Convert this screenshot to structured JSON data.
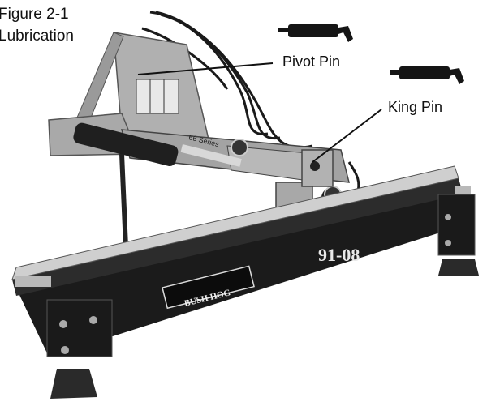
{
  "figure": {
    "number_label": "Figure 2-1",
    "title": "Lubrication"
  },
  "callouts": {
    "pivot_pin": "Pivot Pin",
    "king_pin": "King Pin"
  },
  "blade": {
    "model_number": "91-08",
    "brand_logo": "BUSH HOG",
    "frame_decal": "66 Series"
  },
  "colors": {
    "blade_black": "#1b1b1b",
    "frame_gray": "#a3a3a3",
    "grease_gun_black": "#151515"
  },
  "icons": {
    "grease_gun": "grease-gun-icon"
  }
}
